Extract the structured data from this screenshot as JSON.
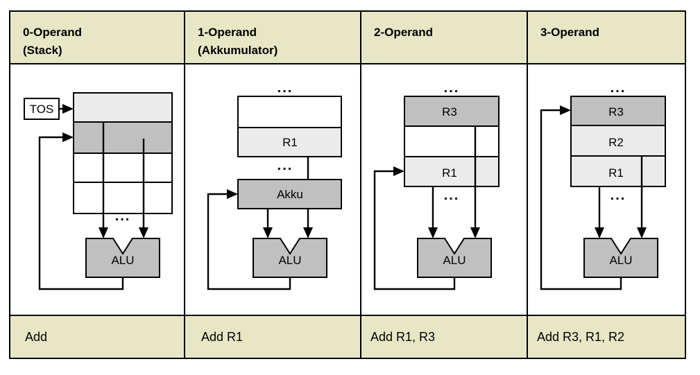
{
  "figure": {
    "kind": "instruction-set-operand-count-comparison-diagram",
    "column_count": 4
  },
  "colors": {
    "header_bg": "#e7e7c6",
    "instruction_bg": "#e7e7c6",
    "border": "#000000",
    "cell_white": "#ffffff",
    "cell_light_gray": "#ebebeb",
    "cell_dark_gray": "#c0c0c0",
    "alu_fill": "#c0c0c0",
    "page_bg": "#ffffff"
  },
  "columns": [
    {
      "id": "col-0-operand",
      "header_line1": "0-Operand",
      "header_line2": "(Stack)",
      "instruction": "Add",
      "pointer_label": "TOS",
      "alu_label": "ALU",
      "ellipsis": "...",
      "stack_cells": [
        {
          "label": "",
          "shade": "light-gray"
        },
        {
          "label": "",
          "shade": "dark-gray"
        },
        {
          "label": "",
          "shade": "white"
        },
        {
          "label": "",
          "shade": "white"
        }
      ]
    },
    {
      "id": "col-1-operand",
      "header_line1": "1-Operand",
      "header_line2": "(Akkumulator)",
      "instruction": "Add   R1",
      "alu_label": "ALU",
      "accumulator_label": "Akku",
      "ellipsis": "...",
      "register_cells": [
        {
          "label": "",
          "shade": "white"
        },
        {
          "label": "R1",
          "shade": "light-gray"
        }
      ]
    },
    {
      "id": "col-2-operand",
      "header_line1": "2-Operand",
      "header_line2": "",
      "instruction": "Add   R1, R3",
      "alu_label": "ALU",
      "ellipsis": "...",
      "register_cells": [
        {
          "label": "R3",
          "shade": "dark-gray"
        },
        {
          "label": "",
          "shade": "white"
        },
        {
          "label": "R1",
          "shade": "light-gray"
        }
      ]
    },
    {
      "id": "col-3-operand",
      "header_line1": "3-Operand",
      "header_line2": "",
      "instruction": "Add   R3, R1, R2",
      "alu_label": "ALU",
      "ellipsis": "...",
      "register_cells": [
        {
          "label": "R3",
          "shade": "dark-gray"
        },
        {
          "label": "R2",
          "shade": "light-gray"
        },
        {
          "label": "R1",
          "shade": "light-gray"
        }
      ]
    }
  ]
}
